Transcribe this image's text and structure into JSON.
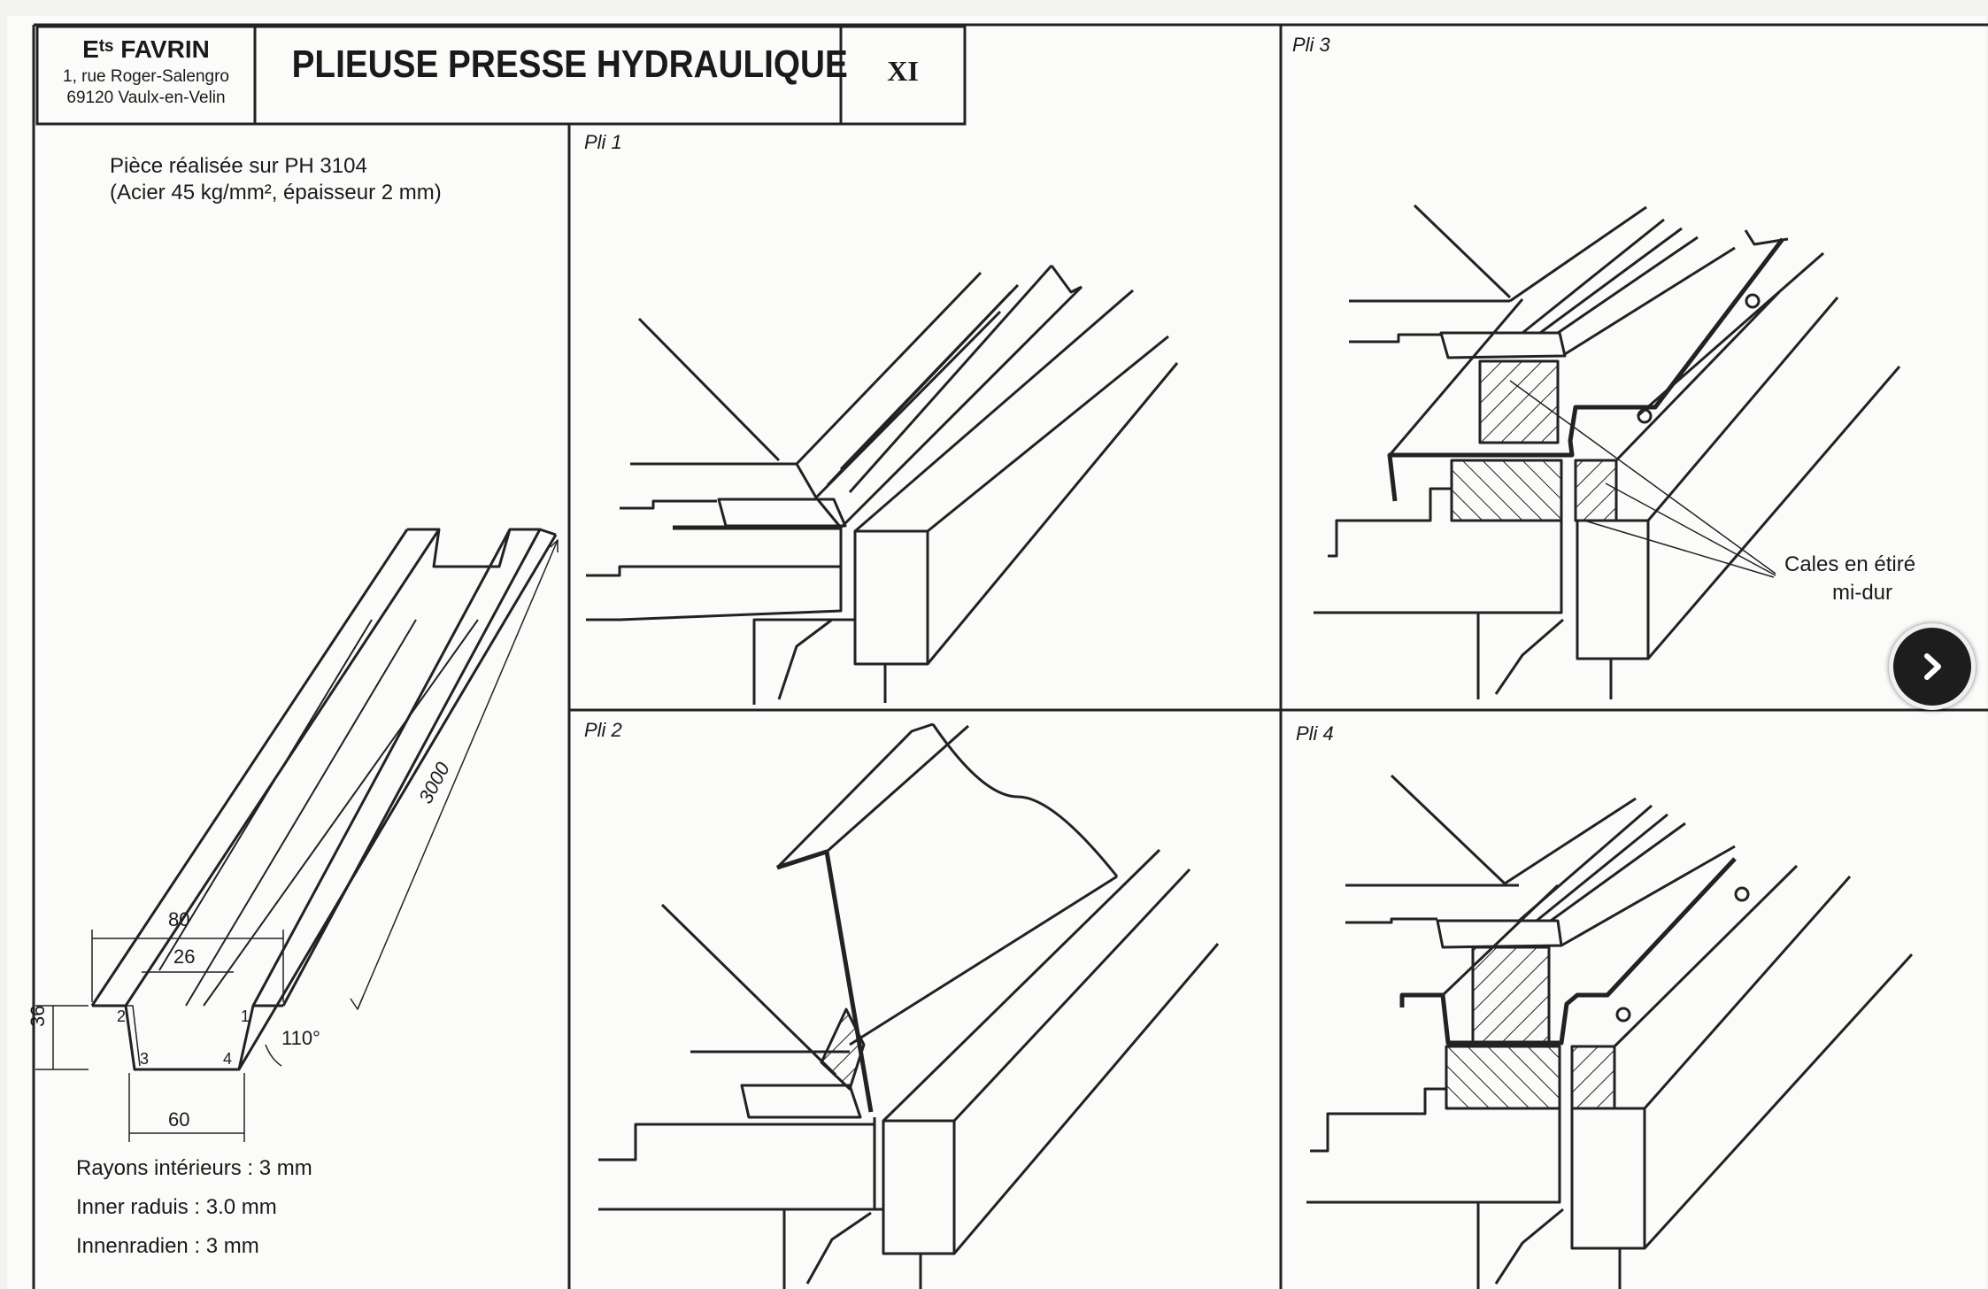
{
  "header": {
    "company_name": "Eᵗˢ FAVRIN",
    "company_street": "1, rue Roger-Salengro",
    "company_city": "69120 Vaulx-en-Velin",
    "title": "PLIEUSE PRESSE HYDRAULIQUE",
    "plate_number": "XI"
  },
  "part": {
    "line1": "Pièce réalisée sur PH 3104",
    "line2": "(Acier 45 kg/mm², épaisseur 2 mm)",
    "dims": {
      "top_width": "80",
      "inner_width": "26",
      "height": "36",
      "bottom_width": "60",
      "angle": "110°",
      "length": "3000"
    },
    "bend_numbers": [
      "1",
      "2",
      "3",
      "4"
    ],
    "radius_fr": "Rayons intérieurs : 3 mm",
    "radius_en": "Inner raduis : 3.0 mm",
    "radius_de": "Innenradien : 3 mm"
  },
  "panels": {
    "pli1": "Pli 1",
    "pli2": "Pli 2",
    "pli3": "Pli 3",
    "pli4": "Pli 4"
  },
  "callout": {
    "line1": "Cales en étiré",
    "line2": "mi-dur"
  },
  "nav": {
    "next_icon": "chevron-right-icon"
  }
}
